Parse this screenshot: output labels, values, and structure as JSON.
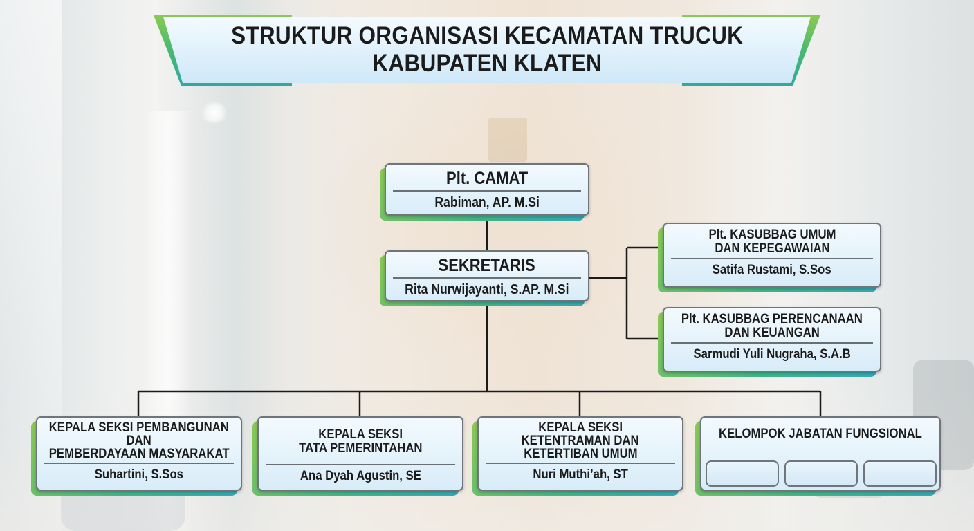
{
  "title": {
    "line1": "STRUKTUR ORGANISASI KECAMATAN TRUCUK",
    "line2": "KABUPATEN KLATEN"
  },
  "nodes": {
    "camat": {
      "role": "Plt. CAMAT",
      "name": "Rabiman, AP. M.Si"
    },
    "sekretaris": {
      "role": "SEKRETARIS",
      "name": "Rita Nurwijayanti, S.AP. M.Si"
    },
    "kasubbag_umum": {
      "role_line1": "Plt. KASUBBAG UMUM",
      "role_line2": "DAN KEPEGAWAIAN",
      "name": "Satifa Rustami, S.Sos"
    },
    "kasubbag_perencanaan": {
      "role_line1": "Plt. KASUBBAG PERENCANAAN",
      "role_line2": "DAN KEUANGAN",
      "name": "Sarmudi Yuli Nugraha, S.A.B"
    },
    "seksi_pembangunan": {
      "role_line1": "KEPALA SEKSI PEMBANGUNAN",
      "role_line2": "DAN",
      "role_line3": "PEMBERDAYAAN MASYARAKAT",
      "name": "Suhartini, S.Sos"
    },
    "seksi_tata_pemerintahan": {
      "role_line1": "KEPALA SEKSI",
      "role_line2": "TATA PEMERINTAHAN",
      "name": "Ana Dyah Agustin, SE"
    },
    "seksi_ketentraman": {
      "role_line1": "KEPALA SEKSI",
      "role_line2": "KETENTRAMAN DAN",
      "role_line3": "KETERTIBAN UMUM",
      "name": "Nuri Muthi’ah, ST"
    },
    "jabatan_fungsional": {
      "role": "KELOMPOK JABATAN FUNGSIONAL"
    }
  },
  "colors": {
    "accent_green": "#8bc953",
    "accent_teal": "#35a9b5",
    "box_fill": "#d8ecf8",
    "line": "#1b1b1b"
  }
}
